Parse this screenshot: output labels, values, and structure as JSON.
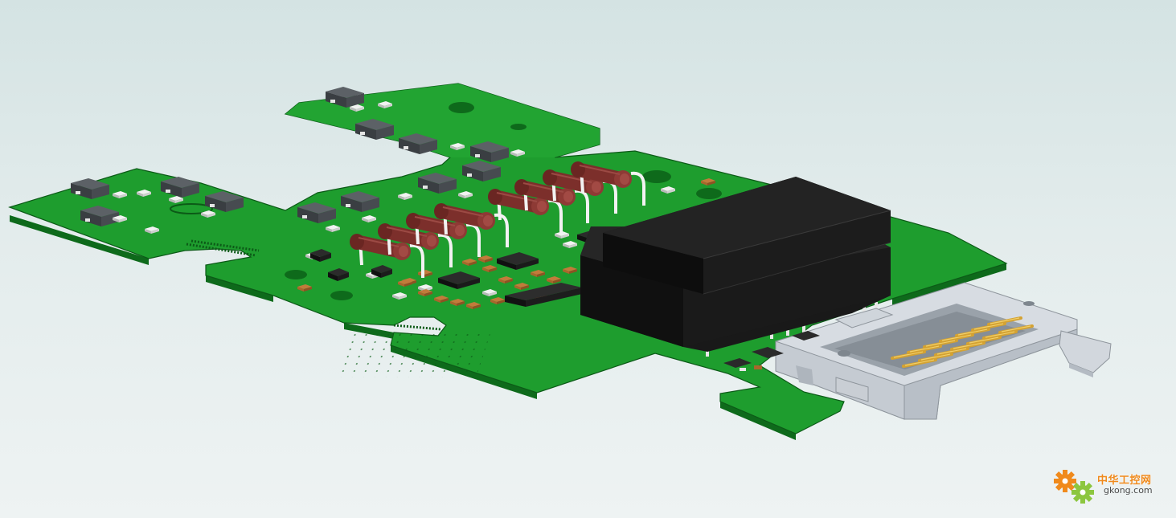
{
  "scene": {
    "subject": "pcb-3d-model",
    "colors": {
      "background_top": "#d4e3e3",
      "background_bottom": "#eef3f3",
      "board_top": "#1e9d2e",
      "board_edge": "#0e6a1b",
      "component_dark": "#4a4e52",
      "resistor": "#7c2f2b",
      "connector_black": "#141414",
      "header_grey": "#d7dce2",
      "pin_gold": "#d4a232",
      "smd_brown": "#a9662c"
    }
  },
  "watermark": {
    "brand_cn": "中华工控网",
    "brand_en": "gkong.com",
    "colors": {
      "orange": "#f08a1c",
      "green": "#8cc63f"
    }
  }
}
